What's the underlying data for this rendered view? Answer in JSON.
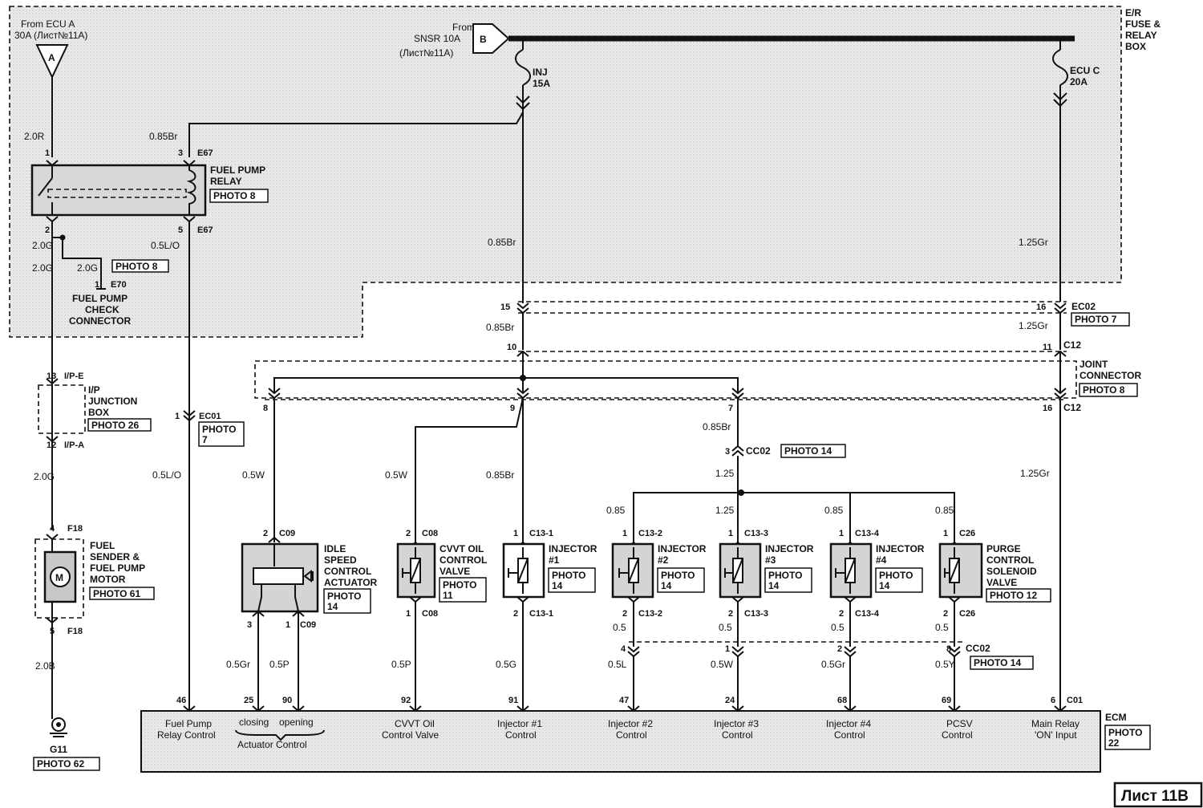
{
  "colors": {
    "line": "#111111",
    "shade": "#dcdcdc",
    "component_fill": "#d4d4d4"
  },
  "sheet": "Лист 11B",
  "er_box": [
    "E/R",
    "FUSE &",
    "RELAY",
    "BOX"
  ],
  "sources": {
    "a_from": "From ECU A",
    "a_amp": "30A (Лист№11A)",
    "a_letter": "A",
    "b_from": "From",
    "b_snsr": "SNSR 10A",
    "b_ref": "(Лист№11A)",
    "b_letter": "B"
  },
  "fuses": {
    "inj_name": "INJ",
    "inj_amp": "15A",
    "ecuc_name": "ECU C",
    "ecuc_amp": "20A"
  },
  "relay": {
    "title1": "FUEL PUMP",
    "title2": "RELAY",
    "photo": "PHOTO 8",
    "pin1": "1",
    "pin2": "2",
    "pin3": "3",
    "pin5": "5",
    "conn_top": "E67",
    "conn_bot": "E67"
  },
  "wires": {
    "w20r": "2.0R",
    "w085br_top": "0.85Br",
    "w20g_a": "2.0G",
    "w05lo_a": "0.5L/O",
    "w20g_b": "2.0G",
    "w20g_c": "2.0G",
    "w085br_mid": "0.85Br",
    "w125gr_mid": "1.25Gr",
    "w085br_b": "0.85Br",
    "w125gr_b": "1.25Gr",
    "w20g_d": "2.0G",
    "w05lo_b": "0.5L/O",
    "w05w_a": "0.5W",
    "w05w_b": "0.5W",
    "w085br_c": "0.85Br",
    "w085br_d": "0.85Br",
    "w125": "1.25",
    "w125gr_c": "1.25Gr",
    "w085_2": "0.85",
    "w125_3": "1.25",
    "w085_4": "0.85",
    "w085_p": "0.85",
    "w05_2": "0.5",
    "w05_3": "0.5",
    "w05_4": "0.5",
    "w05_p": "0.5",
    "w20b": "2.0B",
    "w05gr": "0.5Gr",
    "w05p_a": "0.5P",
    "w05p_b": "0.5P",
    "w05g": "0.5G",
    "w05l": "0.5L",
    "w05w_c": "0.5W",
    "w05gr_b": "0.5Gr",
    "w05y": "0.5Y"
  },
  "fp_check": {
    "photo": "PHOTO 8",
    "pin": "1",
    "conn": "E70",
    "name1": "FUEL PUMP",
    "name2": "CHECK",
    "name3": "CONNECTOR"
  },
  "ec02": {
    "pin15": "15",
    "pin16": "16",
    "name": "EC02",
    "photo": "PHOTO 7"
  },
  "c12": {
    "pin10": "10",
    "pin11": "11",
    "name": "C12",
    "pin16": "16",
    "name2": "C12"
  },
  "joint": {
    "name1": "JOINT",
    "name2": "CONNECTOR",
    "photo": "PHOTO 8",
    "pin8": "8",
    "pin9": "9",
    "pin7": "7"
  },
  "ipj": {
    "pin13": "13",
    "name_e": "I/P-E",
    "title1": "I/P",
    "title2": "JUNCTION",
    "title3": "BOX",
    "photo": "PHOTO 26",
    "pin12": "12",
    "name_a": "I/P-A"
  },
  "ec01": {
    "pin": "1",
    "name": "EC01",
    "photo1": "PHOTO",
    "photo2": "7"
  },
  "cc02": {
    "pin3": "3",
    "name": "CC02",
    "photo": "PHOTO 14",
    "pin4": "4",
    "pin1": "1",
    "pin2": "2",
    "pin8": "8",
    "name2": "CC02",
    "photo2": "PHOTO 14"
  },
  "motor": {
    "pin4": "4",
    "conn_top": "F18",
    "pin5": "5",
    "conn_bot": "F18",
    "title1": "FUEL",
    "title2": "SENDER &",
    "title3": "FUEL PUMP",
    "title4": "MOTOR",
    "photo": "PHOTO 61",
    "symbol": "M"
  },
  "ground": {
    "name": "G11",
    "photo": "PHOTO 62"
  },
  "isca": {
    "pin2": "2",
    "conn_top": "C09",
    "pin3": "3",
    "pin1": "1",
    "conn_bot": "C09",
    "title1": "IDLE",
    "title2": "SPEED",
    "title3": "CONTROL",
    "title4": "ACTUATOR",
    "photo1": "PHOTO",
    "photo2": "14"
  },
  "cvvt": {
    "pin2": "2",
    "conn_top": "C08",
    "pin1": "1",
    "conn_bot": "C08",
    "title1": "CVVT OIL",
    "title2": "CONTROL",
    "title3": "VALVE",
    "photo1": "PHOTO",
    "photo2": "11"
  },
  "injectors": [
    {
      "pin_t": "1",
      "conn_t": "C13-1",
      "pin_b": "2",
      "conn_b": "C13-1",
      "title1": "INJECTOR",
      "title2": "#1",
      "photo1": "PHOTO",
      "photo2": "14"
    },
    {
      "pin_t": "1",
      "conn_t": "C13-2",
      "pin_b": "2",
      "conn_b": "C13-2",
      "title1": "INJECTOR",
      "title2": "#2",
      "photo1": "PHOTO",
      "photo2": "14"
    },
    {
      "pin_t": "1",
      "conn_t": "C13-3",
      "pin_b": "2",
      "conn_b": "C13-3",
      "title1": "INJECTOR",
      "title2": "#3",
      "photo1": "PHOTO",
      "photo2": "14"
    },
    {
      "pin_t": "1",
      "conn_t": "C13-4",
      "pin_b": "2",
      "conn_b": "C13-4",
      "title1": "INJECTOR",
      "title2": "#4",
      "photo1": "PHOTO",
      "photo2": "14"
    }
  ],
  "pcsv": {
    "pin1": "1",
    "conn_top": "C26",
    "pin2": "2",
    "conn_bot": "C26",
    "title1": "PURGE",
    "title2": "CONTROL",
    "title3": "SOLENOID",
    "title4": "VALVE",
    "photo": "PHOTO 12"
  },
  "ecm": {
    "name": "ECM",
    "photo1": "PHOTO",
    "photo2": "22",
    "pins": {
      "p46": "46",
      "p25": "25",
      "p90": "90",
      "p92": "92",
      "p91": "91",
      "p47": "47",
      "p24": "24",
      "p68": "68",
      "p69": "69",
      "p6": "6",
      "conn": "C01"
    },
    "labels": {
      "fp1": "Fuel Pump",
      "fp2": "Relay Control",
      "closing": "closing",
      "opening": "opening",
      "actuator": "Actuator Control",
      "cvvt1": "CVVT Oil",
      "cvvt2": "Control Valve",
      "inj1a": "Injector #1",
      "inj1b": "Control",
      "inj2a": "Injector #2",
      "inj2b": "Control",
      "inj3a": "Injector #3",
      "inj3b": "Control",
      "inj4a": "Injector #4",
      "inj4b": "Control",
      "pcsv1": "PCSV",
      "pcsv2": "Control",
      "mr1": "Main Relay",
      "mr2": "'ON' Input"
    }
  }
}
